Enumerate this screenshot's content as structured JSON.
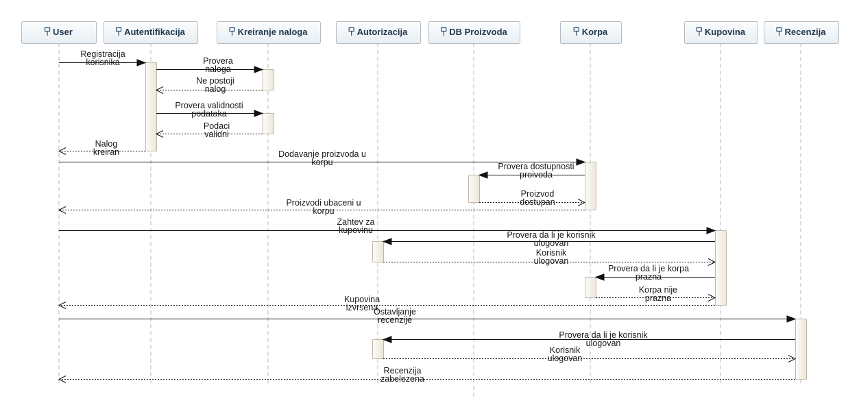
{
  "diagram": {
    "type": "sequence",
    "colors": {
      "header_fill_top": "#fbfdfe",
      "header_fill_bottom": "#e8eef3",
      "header_border": "#b5bcc2",
      "header_text": "#22384f",
      "header_icon": "#2b4e6e",
      "lifeline": "#b8b8b8",
      "activation_fill": "#f5f2ea",
      "activation_border": "#c2b8a6",
      "arrow": "#111111"
    },
    "participants": [
      {
        "id": "user",
        "name": "User"
      },
      {
        "id": "auth",
        "name": "Autentifikacija"
      },
      {
        "id": "kreiranje",
        "name": "Kreiranje naloga"
      },
      {
        "id": "autorizacija",
        "name": "Autorizacija"
      },
      {
        "id": "db",
        "name": "DB Proizvoda"
      },
      {
        "id": "korpa",
        "name": "Korpa"
      },
      {
        "id": "kupovina",
        "name": "Kupovina"
      },
      {
        "id": "recenzija",
        "name": "Recenzija"
      }
    ],
    "messages": [
      {
        "from": "user",
        "to": "auth",
        "type": "sync",
        "lines": [
          "Registracija",
          "korisnika"
        ]
      },
      {
        "from": "auth",
        "to": "kreiranje",
        "type": "sync",
        "lines": [
          "Provera",
          "naloga"
        ]
      },
      {
        "from": "kreiranje",
        "to": "auth",
        "type": "reply",
        "lines": [
          "Ne postoji",
          "nalog"
        ]
      },
      {
        "from": "auth",
        "to": "kreiranje",
        "type": "sync",
        "lines": [
          "Provera validnosti",
          "podataka"
        ]
      },
      {
        "from": "kreiranje",
        "to": "auth",
        "type": "reply",
        "lines": [
          "Podaci",
          "validni"
        ]
      },
      {
        "from": "auth",
        "to": "user",
        "type": "reply",
        "lines": [
          "Nalog",
          "kreiran"
        ]
      },
      {
        "from": "user",
        "to": "korpa",
        "type": "sync",
        "lines": [
          "Dodavanje proizvoda u",
          "korpu"
        ]
      },
      {
        "from": "korpa",
        "to": "db",
        "type": "sync",
        "lines": [
          "Provera dostupnosti",
          "proivoda"
        ]
      },
      {
        "from": "db",
        "to": "korpa",
        "type": "reply",
        "lines": [
          "Proizvod",
          "dostupan"
        ]
      },
      {
        "from": "korpa",
        "to": "user",
        "type": "reply",
        "lines": [
          "Proizvodi ubaceni u",
          "korpu"
        ]
      },
      {
        "from": "user",
        "to": "kupovina",
        "type": "sync",
        "lines": [
          "Zahtev za",
          "kupovinu"
        ]
      },
      {
        "from": "kupovina",
        "to": "autorizacija",
        "type": "sync",
        "lines": [
          "Provera da li je korisnik",
          "ulogovan"
        ]
      },
      {
        "from": "autorizacija",
        "to": "kupovina",
        "type": "reply",
        "lines": [
          "Korisnik",
          "ulogovan"
        ]
      },
      {
        "from": "kupovina",
        "to": "korpa",
        "type": "sync",
        "lines": [
          "Provera da li je korpa",
          "prazna"
        ]
      },
      {
        "from": "korpa",
        "to": "kupovina",
        "type": "reply",
        "lines": [
          "Korpa nije",
          "prazna"
        ]
      },
      {
        "from": "kupovina",
        "to": "user",
        "type": "reply",
        "lines": [
          "Kupovina",
          "izvrsena"
        ]
      },
      {
        "from": "user",
        "to": "recenzija",
        "type": "sync",
        "lines": [
          "Ostavljanje",
          "recenzije"
        ]
      },
      {
        "from": "recenzija",
        "to": "autorizacija",
        "type": "sync",
        "lines": [
          "Provera da li je korisnik",
          "ulogovan"
        ]
      },
      {
        "from": "autorizacija",
        "to": "recenzija",
        "type": "reply",
        "lines": [
          "Korisnik",
          "ulogovan"
        ]
      },
      {
        "from": "recenzija",
        "to": "user",
        "type": "reply",
        "lines": [
          "Recenzija",
          "zabelezena"
        ]
      }
    ]
  }
}
